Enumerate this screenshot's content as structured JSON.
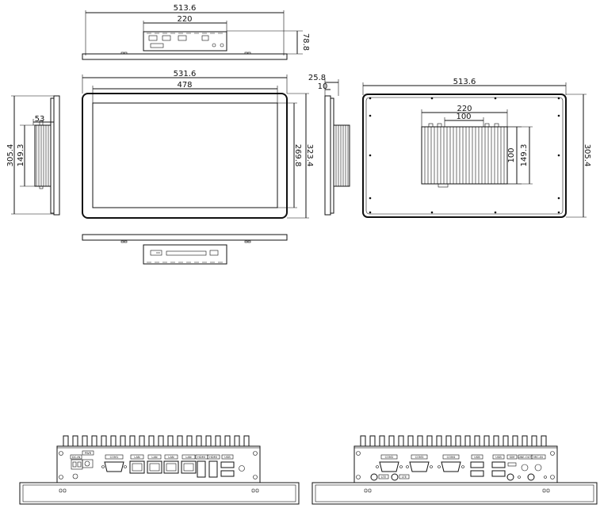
{
  "dimensions": {
    "top_overall_width": "513.6",
    "top_box_width": "220",
    "top_depth": "78.8",
    "front_overall_width": "531.6",
    "front_screen_width": "478",
    "front_screen_height": "269.8",
    "front_overall_height": "323.4",
    "left_height": "305.4",
    "left_box_height": "149.3",
    "left_box_depth": "53",
    "side_depth": "25.8",
    "side_bezel": "10",
    "rear_overall_width": "513.6",
    "rear_overall_height": "305.4",
    "rear_box_width": "220",
    "rear_inner_width": "100",
    "rear_inner_height": "100",
    "rear_box_height": "149.3"
  },
  "io_left_labels": [
    "DC-IN",
    "PWR",
    "COM1",
    "LAN",
    "LAN",
    "LAN",
    "LAN",
    "HDMI",
    "HDMI",
    "USB"
  ],
  "io_right_labels": [
    "COM2",
    "COM3",
    "COM4",
    "USB",
    "USB",
    "SIM",
    "LINE-OUT",
    "MIC-IN",
    "LTE",
    "LTE"
  ]
}
